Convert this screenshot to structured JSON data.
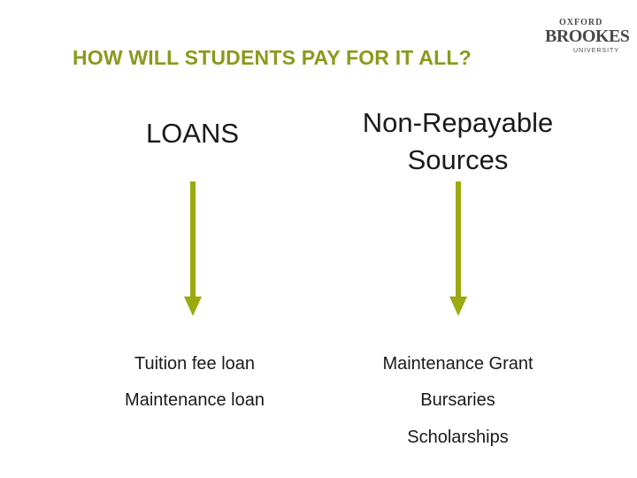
{
  "slide": {
    "title": "HOW WILL STUDENTS PAY FOR IT ALL?"
  },
  "logo": {
    "line1": "OXFORD",
    "line2": "BROOKES",
    "line3": "UNIVERSITY"
  },
  "columns": {
    "left": {
      "heading": "LOANS",
      "items": [
        "Tuition fee loan",
        "Maintenance loan"
      ]
    },
    "right": {
      "heading_line1": "Non-Repayable",
      "heading_line2": "Sources",
      "items": [
        "Maintenance Grant",
        "Bursaries",
        "Scholarships"
      ]
    }
  },
  "colors": {
    "accent": "#8a9a1c",
    "arrow": "#9aaa0f",
    "text": "#1a1a1a"
  },
  "icons": {
    "left_arrow": "down-arrow-icon",
    "right_arrow": "down-arrow-icon"
  }
}
